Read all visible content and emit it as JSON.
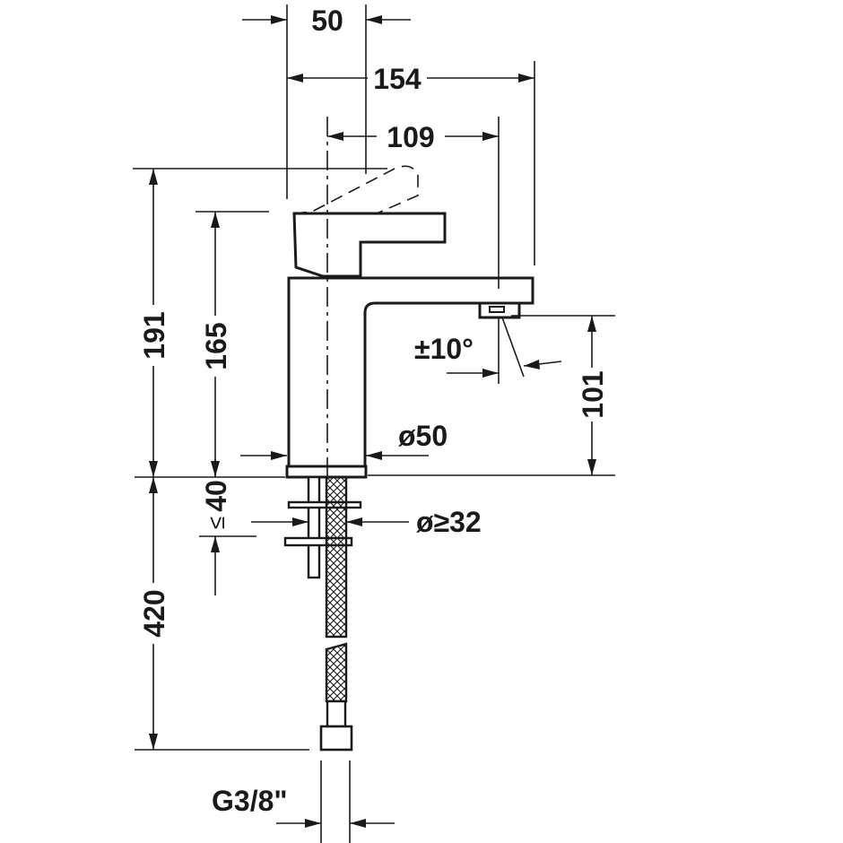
{
  "dimensions": {
    "spout_offset": "50",
    "total_length": "154",
    "reach": "109",
    "total_height": "191",
    "tap_height": "165",
    "base_diameter": "ø50",
    "outlet_height": "101",
    "swivel_angle": "±10°",
    "max_deck_thickness": "40",
    "hole_diameter": "ø≥32",
    "hose_length": "420",
    "connection_thread": "G3/8\""
  },
  "symbols": {
    "less_equal": "≤"
  }
}
